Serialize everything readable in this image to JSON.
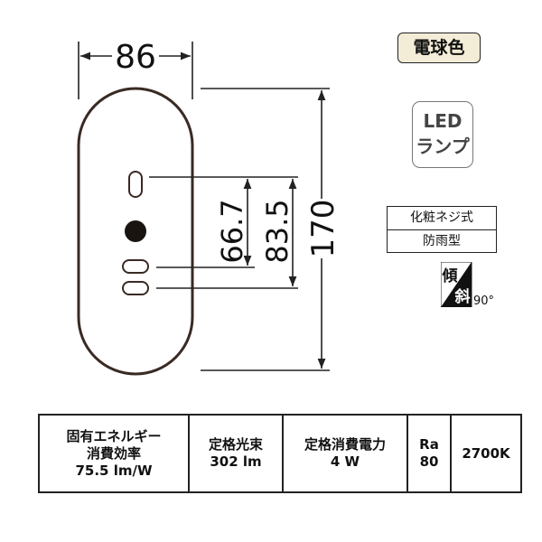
{
  "dimensions": {
    "width": "86",
    "height": "170",
    "hole_spacing_1": "66.7",
    "hole_spacing_2": "83.5"
  },
  "badges": {
    "light_color": "電球色",
    "led_line1": "LED",
    "led_line2": "ランプ"
  },
  "features": {
    "row1": "化粧ネジ式",
    "row2": "防雨型"
  },
  "tilt": {
    "char1": "傾",
    "char2": "斜",
    "angle": "90°"
  },
  "specs": {
    "efficiency_label_1": "固有エネルギー",
    "efficiency_label_2": "消費効率",
    "efficiency_value": "75.5 lm/W",
    "flux_label": "定格光束",
    "flux_value": "302 lm",
    "power_label": "定格消費電力",
    "power_value": "4 W",
    "ra_label": "Ra",
    "ra_value": "80",
    "color_temp": "2700K"
  },
  "colors": {
    "body_outline": "#3a2a24",
    "line": "#222222",
    "badge_warm": "#f3ecd7"
  }
}
